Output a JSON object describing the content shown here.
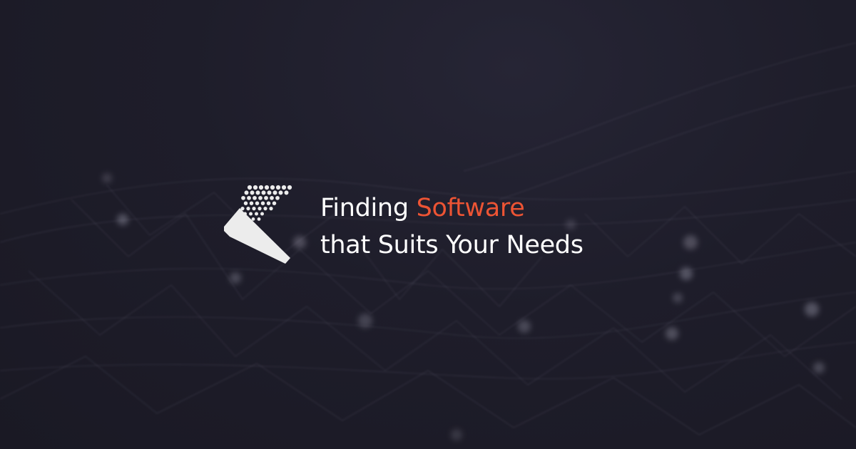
{
  "headline": {
    "line1_prefix": "Finding",
    "line1_highlight": "Software",
    "line2": "that Suits Your Needs"
  },
  "colors": {
    "background": "#1c1b27",
    "headline_text": "#ffffff",
    "highlight": "#ed5434",
    "logo": "#ececec"
  }
}
